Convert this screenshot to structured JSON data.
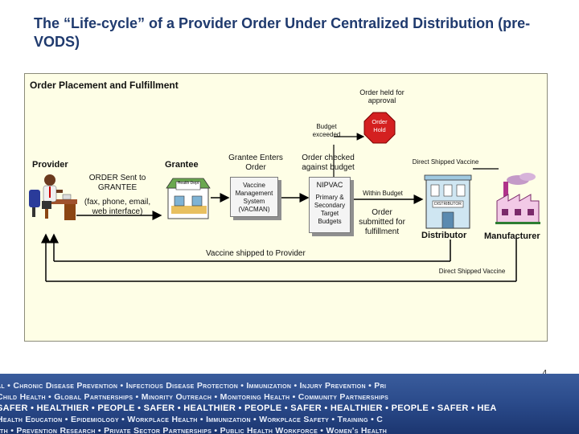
{
  "title": "The “Life-cycle” of a Provider Order Under Centralized Distribution (pre-VODS)",
  "panel": {
    "heading": "Order Placement and Fulfillment",
    "order_held_for_approval": "Order held for approval",
    "budget_exceeded": "Budget exceeded",
    "stop_sign": "Order Hold",
    "provider": "Provider",
    "grantee": "Grantee",
    "order_sent": "ORDER Sent to GRANTEE",
    "order_channels": "(fax, phone, email, web interface)",
    "grantee_enters_order": "Grantee Enters Order",
    "vacman_box": "Vaccine Management System (VACMAN)",
    "order_checked": "Order checked against budget",
    "nipvac_title": "NIPVAC",
    "nipvac_body": "Primary & Secondary Target Budgets",
    "direct_shipped_top": "Direct Shipped Vaccine",
    "within_budget": "Within Budget",
    "order_submitted": "Order submitted for fulfillment",
    "distributor": "Distributor",
    "manufacturer": "Manufacturer",
    "vaccine_shipped": "Vaccine shipped to Provider",
    "direct_shipped_bottom": "Direct Shipped Vaccine",
    "health_dept_sign": "Health Dept",
    "distributor_sign": "DISTRIBUTOR"
  },
  "page_number": "4",
  "footer_lines": [
    "al • Chronic Disease Prevention • Infectious Disease Protection • Immunization • Injury Prevention • Pri",
    "Child Health • Global Partnerships • Minority Outreach • Monitoring Health • Community Partnerships",
    "SAFER • HEALTHIER • PEOPLE • SAFER • HEALTHIER • PEOPLE • SAFER • HEALTHIER • PEOPLE • SAFER • HEA",
    "Health Education • Epidemiology • Workplace Health • Immunization • Workplace Safety • Training • C",
    "lth • Prevention Research • Private Sector Partnerships • Public Health Workforce • Women's Health"
  ],
  "colors": {
    "title": "#1f3a6e",
    "panel_bg": "#fefee6",
    "stop_sign": "#d42020",
    "footer_bg": "#2a4a8a"
  }
}
